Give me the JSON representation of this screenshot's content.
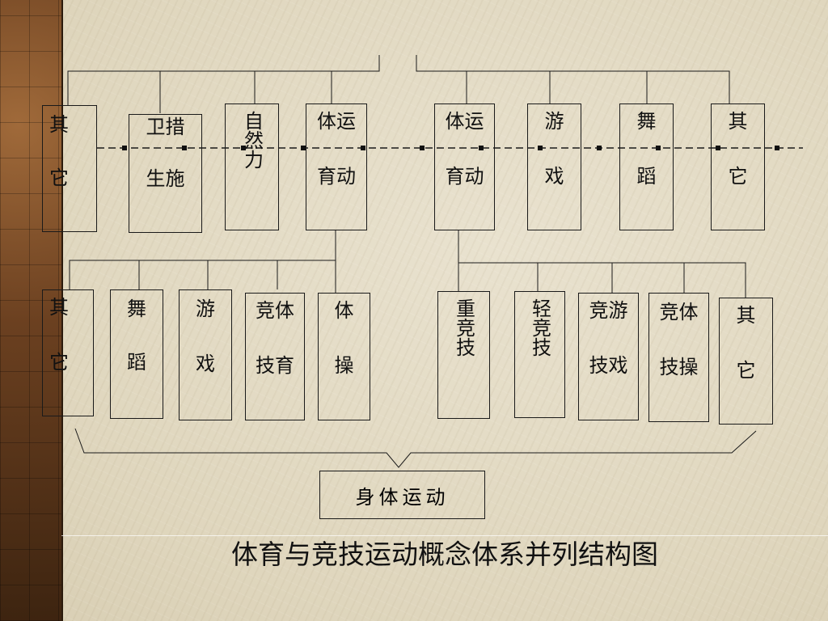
{
  "top_row": [
    {
      "id": "qita1",
      "l1": "其",
      "l2": "它"
    },
    {
      "id": "weisheng",
      "l1": "卫措",
      "l2": "生施"
    },
    {
      "id": "ziran",
      "vertical": "自然力"
    },
    {
      "id": "tiyu1",
      "l1": "体运",
      "l2": "育动"
    },
    {
      "id": "tiyu2",
      "l1": "体运",
      "l2": "育动"
    },
    {
      "id": "youxi1",
      "l1": "游",
      "l2": "戏"
    },
    {
      "id": "wudao1",
      "l1": "舞",
      "l2": "蹈"
    },
    {
      "id": "qita2",
      "l1": "其",
      "l2": "它"
    }
  ],
  "bottom_row": [
    {
      "id": "qita3",
      "l1": "其",
      "l2": "它"
    },
    {
      "id": "wudao2",
      "l1": "舞",
      "l2": "蹈"
    },
    {
      "id": "youxi2",
      "l1": "游",
      "l2": "戏"
    },
    {
      "id": "jingjitiyu",
      "l1": "竞体",
      "l2": "技育"
    },
    {
      "id": "ticao",
      "l1": "体",
      "l2": "操"
    },
    {
      "id": "zhongjingji",
      "vertical": "重竞技"
    },
    {
      "id": "qingjingji",
      "vertical": "轻竞技"
    },
    {
      "id": "jingjiyouxi",
      "l1": "竞游",
      "l2": "技戏"
    },
    {
      "id": "jingjiticao",
      "l1": "竞体",
      "l2": "技操"
    },
    {
      "id": "qita4",
      "l1": "其",
      "l2": "它"
    }
  ],
  "summary_box": "身体运动",
  "caption": "体育与竞技运动概念体系并列结构图"
}
